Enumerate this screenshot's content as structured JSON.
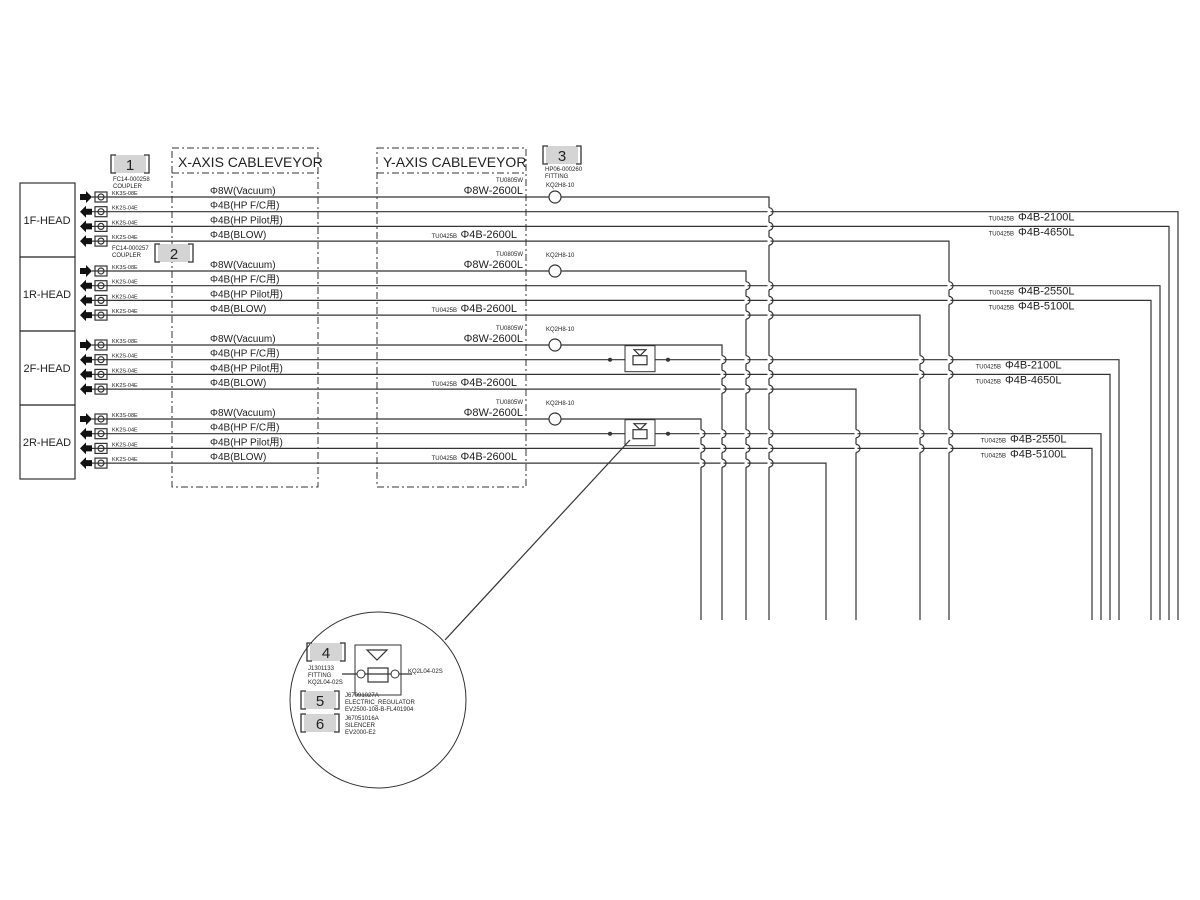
{
  "x_cableveyor_title": "X-AXIS CABLEVEYOR",
  "y_cableveyor_title": "Y-AXIS CABLEVEYOR",
  "tags": {
    "t1": {
      "num": "1",
      "part": "FC14-000258",
      "desc": "COUPLER"
    },
    "t2": {
      "num": "2",
      "part": "FC14-000257",
      "desc": "COUPLER"
    },
    "t3": {
      "num": "3",
      "part": "HP06-000260",
      "desc": "FITTING",
      "model": "KQ2H8-10"
    },
    "t4": {
      "num": "4",
      "part": "J1301133",
      "desc": "FITTING",
      "model": "KQ2L04-02S"
    },
    "t5": {
      "num": "5",
      "part": "J67091027A",
      "desc": "ELECTRIC_REGULATOR",
      "model": "EV2500-108-B-FL401904"
    },
    "t6": {
      "num": "6",
      "part": "J67051016A",
      "desc": "SILENCER",
      "model": "EV2000-E2"
    }
  },
  "detail_right_fitting": "KQ2L04-02S",
  "heads": [
    {
      "name": "1F-HEAD",
      "fittings": [
        "KK3S-08E",
        "KK2S-04E",
        "KK2S-04E",
        "KK2S-04E"
      ],
      "lines": [
        "Φ8W(Vacuum)",
        "Φ4B(HP F/C用)",
        "Φ4B(HP Pilot用)",
        "Φ4B(BLOW)"
      ],
      "vac_tube_part": "TU0805W",
      "vac_tube": "Φ8W-2600L",
      "vac_fitting": "KQ2H8-10",
      "blow_tube_part": "TU0425B",
      "blow_tube": "Φ4B-2600L",
      "right_tubes": [
        {
          "part": "TU0425B",
          "len": "Φ4B-2100L"
        },
        {
          "part": "TU0425B",
          "len": "Φ4B-4650L"
        }
      ]
    },
    {
      "name": "1R-HEAD",
      "fittings": [
        "KK3S-08E",
        "KK2S-04E",
        "KK2S-04E",
        "KK2S-04E"
      ],
      "lines": [
        "Φ8W(Vacuum)",
        "Φ4B(HP F/C用)",
        "Φ4B(HP Pilot用)",
        "Φ4B(BLOW)"
      ],
      "vac_tube_part": "TU0805W",
      "vac_tube": "Φ8W-2600L",
      "vac_fitting": "KQ2H8-10",
      "blow_tube_part": "TU0425B",
      "blow_tube": "Φ4B-2600L",
      "right_tubes": [
        {
          "part": "TU0425B",
          "len": "Φ4B-2550L"
        },
        {
          "part": "TU0425B",
          "len": "Φ4B-5100L"
        }
      ]
    },
    {
      "name": "2F-HEAD",
      "fittings": [
        "KK3S-08E",
        "KK2S-04E",
        "KK2S-04E",
        "KK2S-04E"
      ],
      "lines": [
        "Φ8W(Vacuum)",
        "Φ4B(HP F/C用)",
        "Φ4B(HP Pilot用)",
        "Φ4B(BLOW)"
      ],
      "vac_tube_part": "TU0805W",
      "vac_tube": "Φ8W-2600L",
      "vac_fitting": "KQ2H8-10",
      "blow_tube_part": "TU0425B",
      "blow_tube": "Φ4B-2600L",
      "right_tubes": [
        {
          "part": "TU0425B",
          "len": "Φ4B-2100L"
        },
        {
          "part": "TU0425B",
          "len": "Φ4B-4650L"
        }
      ]
    },
    {
      "name": "2R-HEAD",
      "fittings": [
        "KK3S-08E",
        "KK2S-04E",
        "KK2S-04E",
        "KK2S-04E"
      ],
      "lines": [
        "Φ8W(Vacuum)",
        "Φ4B(HP F/C用)",
        "Φ4B(HP Pilot用)",
        "Φ4B(BLOW)"
      ],
      "vac_tube_part": "TU0805W",
      "vac_tube": "Φ8W-2600L",
      "vac_fitting": "KQ2H8-10",
      "blow_tube_part": "TU0425B",
      "blow_tube": "Φ4B-2600L",
      "right_tubes": [
        {
          "part": "TU0425B",
          "len": "Φ4B-2550L"
        },
        {
          "part": "TU0425B",
          "len": "Φ4B-5100L"
        }
      ]
    }
  ]
}
